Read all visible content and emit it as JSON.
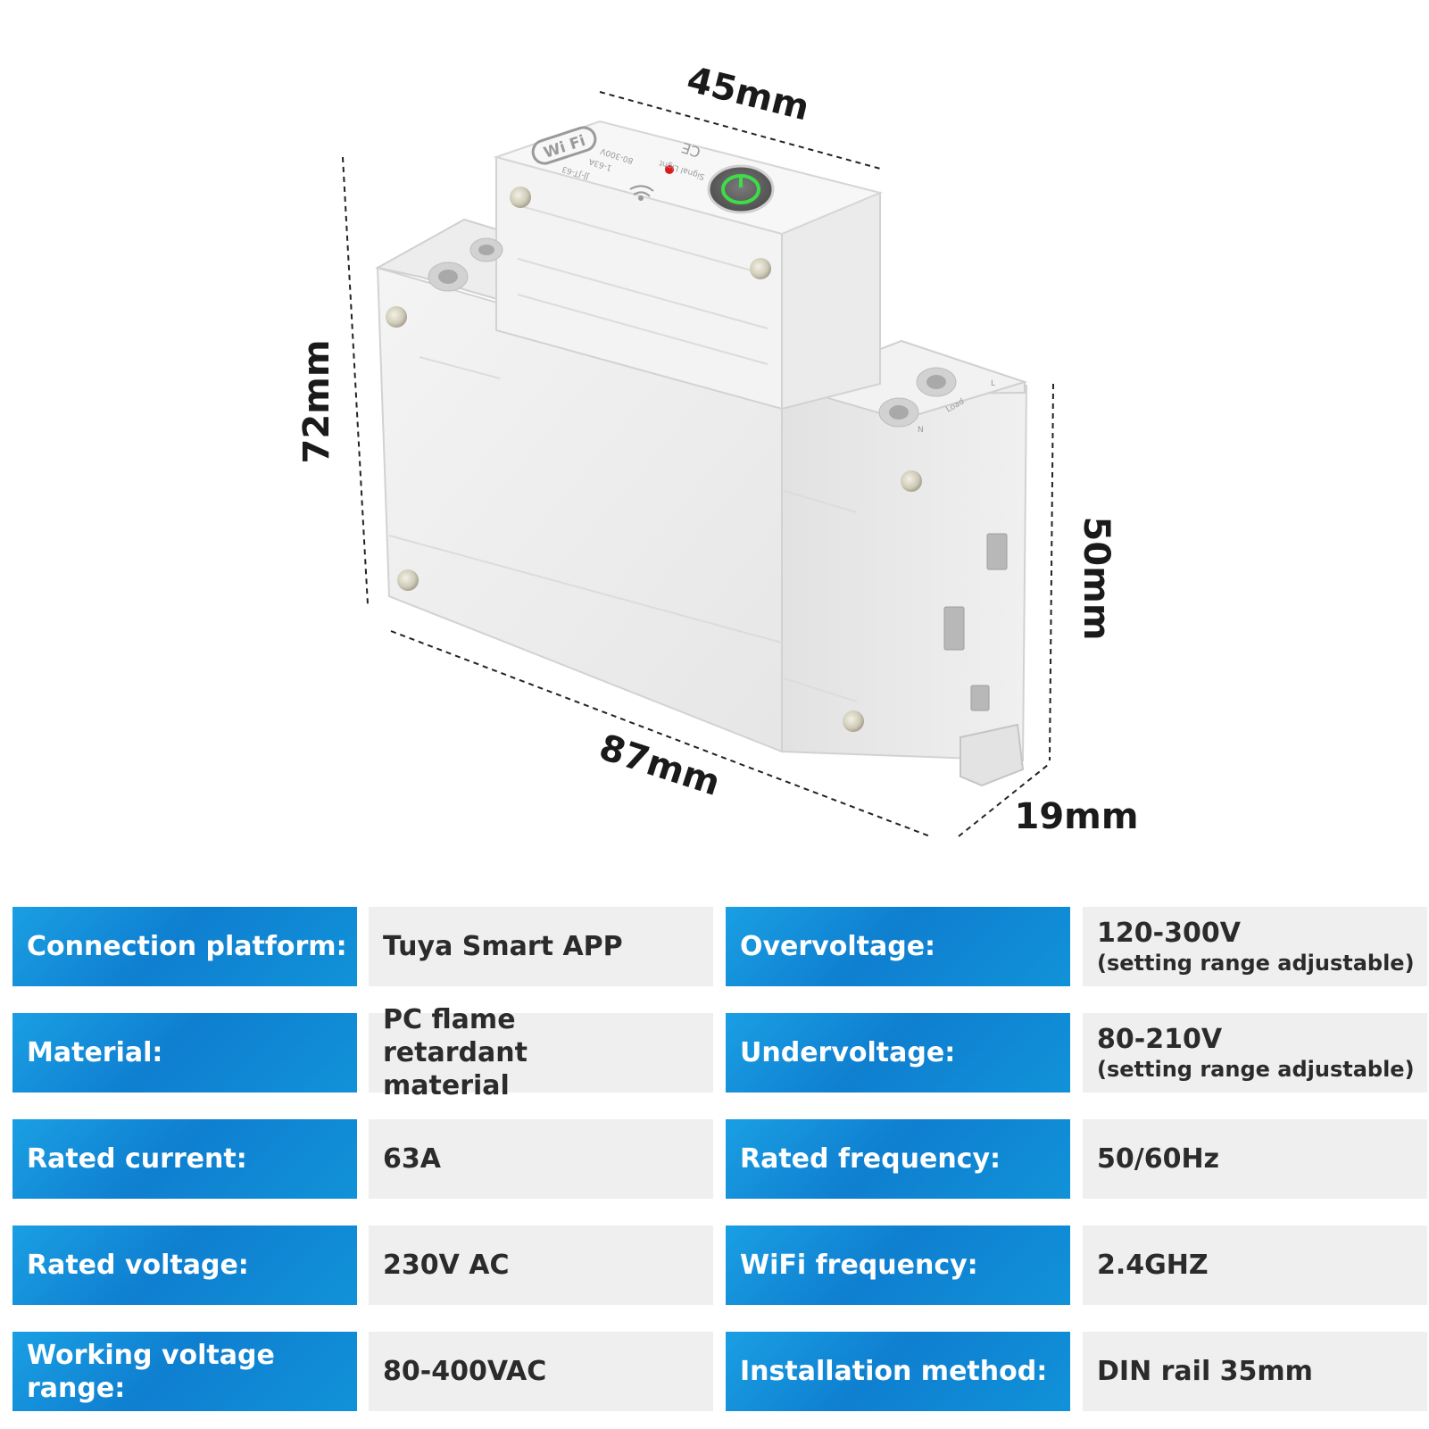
{
  "dimensions": {
    "width_top": "45mm",
    "height_full": "72mm",
    "height_side": "50mm",
    "length": "87mm",
    "depth": "19mm"
  },
  "device": {
    "badge": "Wi Fi",
    "model": "JJ-JT-63",
    "current": "1-63A",
    "voltage": "80-300V",
    "ce_mark": "CE",
    "signal_light": "Signal Light",
    "load_label": "Load",
    "terminal_l": "L",
    "terminal_n": "N"
  },
  "colors": {
    "label_bg": "#1592dc",
    "value_bg": "#efefef",
    "power_ring": "#3ddc48",
    "indicator": "#e01818"
  },
  "specs": {
    "rows": [
      {
        "left_label": "Connection platform:",
        "left_value": "Tuya Smart APP",
        "right_label": "Overvoltage:",
        "right_value": "120-300V",
        "right_note": "(setting range adjustable)"
      },
      {
        "left_label": "Material:",
        "left_value": "PC flame retardant material",
        "right_label": "Undervoltage:",
        "right_value": "80-210V",
        "right_note": "(setting range adjustable)"
      },
      {
        "left_label": "Rated current:",
        "left_value": "63A",
        "right_label": "Rated frequency:",
        "right_value": "50/60Hz",
        "right_note": ""
      },
      {
        "left_label": "Rated voltage:",
        "left_value": "230V AC",
        "right_label": "WiFi frequency:",
        "right_value": "2.4GHZ",
        "right_note": ""
      },
      {
        "left_label": "Working voltage range:",
        "left_value": "80-400VAC",
        "right_label": "Installation method:",
        "right_value": "DIN rail 35mm",
        "right_note": ""
      }
    ]
  }
}
